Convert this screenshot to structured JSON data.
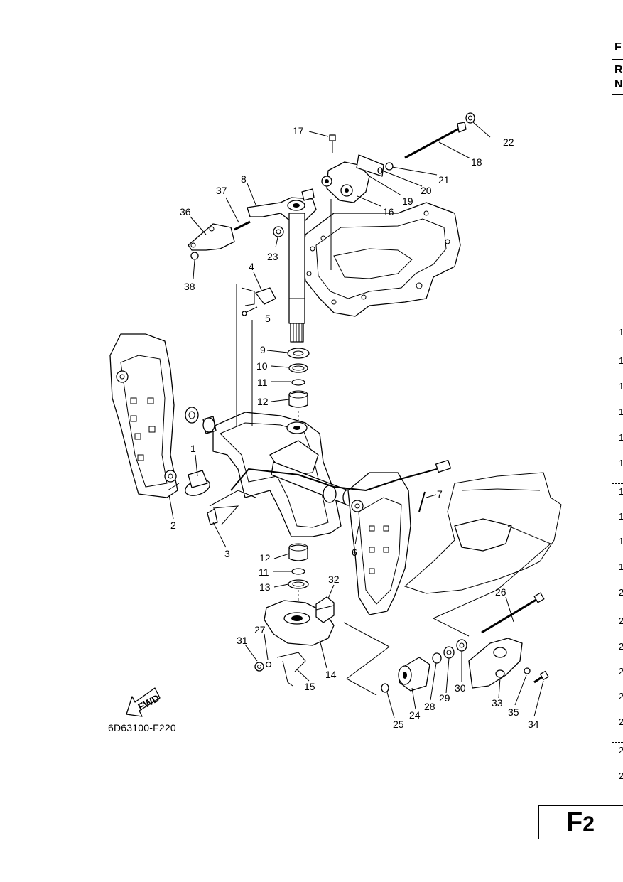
{
  "drawing_code": "6D63100-F220",
  "page_code": {
    "letter": "F",
    "digit": "2"
  },
  "fwd_label": "FWD",
  "edge_header": [
    "F",
    "R",
    "N"
  ],
  "edge_digits": [
    "1",
    "1",
    "1",
    "1",
    "1",
    "1",
    "1",
    "1",
    "1",
    "1",
    "2",
    "2",
    "2",
    "2",
    "2",
    "2",
    "2",
    "2"
  ],
  "callouts": [
    "1",
    "2",
    "3",
    "4",
    "5",
    "6",
    "7",
    "8",
    "9",
    "10",
    "11",
    "11",
    "12",
    "12",
    "13",
    "14",
    "15",
    "16",
    "17",
    "18",
    "19",
    "20",
    "21",
    "22",
    "23",
    "24",
    "25",
    "26",
    "27",
    "28",
    "29",
    "30",
    "31",
    "32",
    "33",
    "34",
    "35",
    "36",
    "37",
    "38"
  ]
}
